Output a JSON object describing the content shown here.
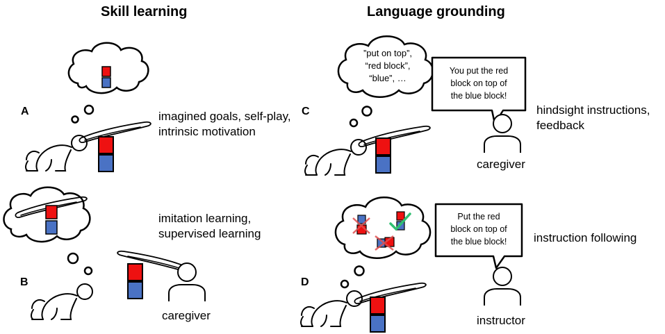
{
  "columns": {
    "left_title": "Skill learning",
    "right_title": "Language grounding"
  },
  "panels": {
    "A": {
      "letter": "A",
      "caption_lines": [
        "imagined goals, self-play,",
        "intrinsic motivation"
      ]
    },
    "B": {
      "letter": "B",
      "caption_lines": [
        "imitation learning,",
        "supervised learning"
      ],
      "role": "caregiver"
    },
    "C": {
      "letter": "C",
      "caption_lines": [
        "hindsight instructions,",
        "feedback"
      ],
      "role": "caregiver",
      "thought_lines": [
        "”put on top”,",
        "“red block”,",
        "“blue”, …"
      ],
      "speech_lines": [
        "You put the red",
        "block on top of",
        "the blue block!"
      ]
    },
    "D": {
      "letter": "D",
      "caption_lines": [
        "instruction following"
      ],
      "role": "instructor",
      "speech_lines": [
        "Put the red",
        "block on top of",
        "the blue block!"
      ]
    }
  },
  "colors": {
    "red_block": "#ee1111",
    "blue_block": "#4a72c4",
    "check": "#2fbf71",
    "cross": "#e05050"
  }
}
